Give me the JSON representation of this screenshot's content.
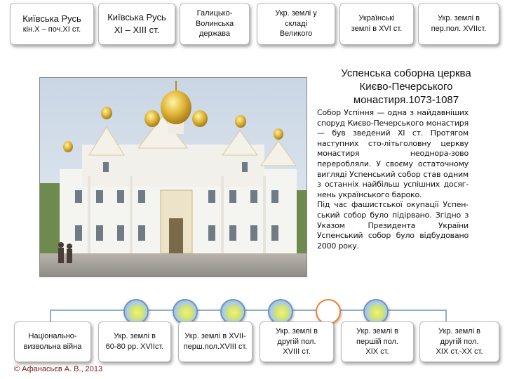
{
  "top_nav": [
    {
      "line1": "Київська Русь",
      "line2": "кін.Х – поч.ХІ ст."
    },
    {
      "line1": "Київська Русь",
      "line2": "ХІ – ХІІІ ст."
    },
    {
      "line1": "Галицько-",
      "line2": "Волинська",
      "line3": "держава"
    },
    {
      "line1": "Укр. землі у",
      "line2": "складі",
      "line3": "Великого"
    },
    {
      "line1": "Українські",
      "line2": "землі в XVI ст."
    },
    {
      "line1": "Укр. землі в",
      "line2": "пер.пол. XVIIст."
    }
  ],
  "bottom_nav": [
    {
      "line1": "Національно-",
      "line2": "визвольна війна"
    },
    {
      "line1": "Укр. землі в",
      "line2": "60-80 рр. XVIIст."
    },
    {
      "line1": "Укр. землі в XVII-",
      "line2": "перш.пол.XVIII ст."
    },
    {
      "line1": "Укр. землі в",
      "line2": "другій пол.",
      "line3": "XVIII ст."
    },
    {
      "line1": "Укр. землі в",
      "line2": "першій пол.",
      "line3": "XIX ст."
    },
    {
      "line1": "Укр. землі в",
      "line2": "другій пол.",
      "line3": "XIX ст.-ХХ ст."
    }
  ],
  "article": {
    "title_line1": "Успенська соборна церква",
    "title_line2": "Києво-Печерського",
    "title_line3": "монастиря.1073-1087",
    "paragraph1": "Собор Успіння — одна з найдавніших споруд Києво-Печерського монастиря — був зведений XI ст. Протягом наступних сто-літьголовну церкву монастиря неоднора-зово переробляли. У своєму остаточному вигляді Успенський собор став одним з останніх найбільш успішних досяг-нень українського бароко.",
    "paragraph2": "Під час фашистської окупації Успен-ський собор було підірвано. Згідно з Указом Президента України Успенський собор було відбудовано 2000 року."
  },
  "photo_alt": "Успенська соборна церква",
  "timeline": {
    "count": 6,
    "active_index": 4
  },
  "copyright": "© Афанасьєв А. В., 2013",
  "colors": {
    "dot_border": "#6d93c6",
    "active_dot_border": "#f08030",
    "copyright": "#7a2020"
  }
}
